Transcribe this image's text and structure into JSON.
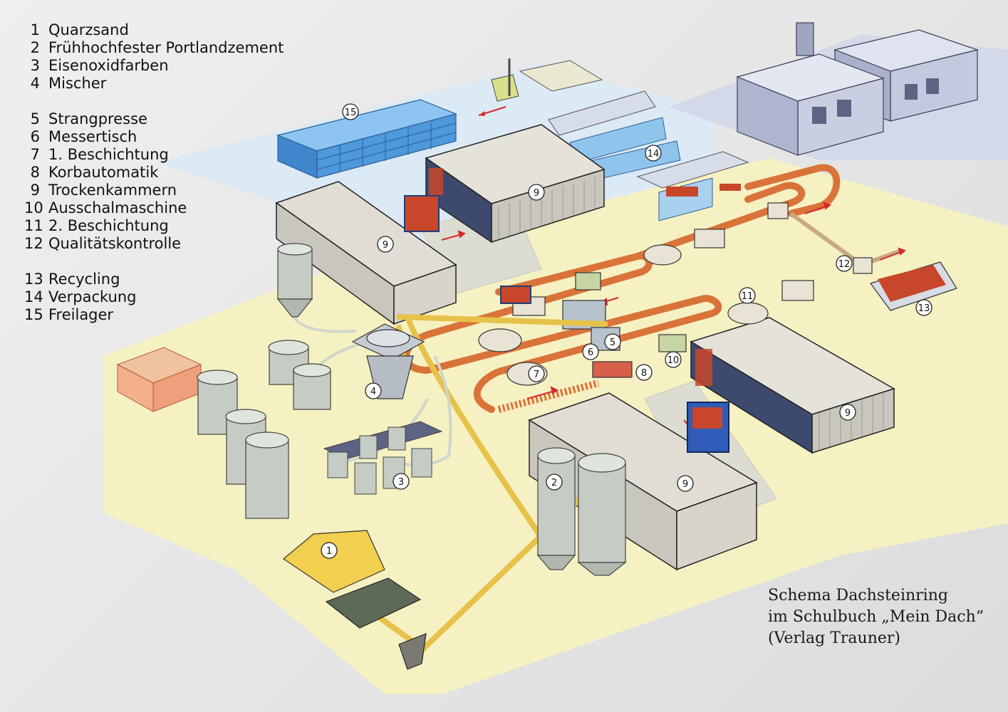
{
  "legend": [
    {
      "num": "1",
      "label": "Quarzsand"
    },
    {
      "num": "2",
      "label": "Frühhochfester Portlandzement"
    },
    {
      "num": "3",
      "label": "Eisenoxidfarben"
    },
    {
      "num": "4",
      "label": "Mischer"
    },
    {
      "num": "5",
      "label": "Strangpresse"
    },
    {
      "num": "6",
      "label": "Messertisch"
    },
    {
      "num": "7",
      "label": "1. Beschichtung"
    },
    {
      "num": "8",
      "label": "Korbautomatik"
    },
    {
      "num": "9",
      "label": "Trockenkammern"
    },
    {
      "num": "10",
      "label": "Ausschalmaschine"
    },
    {
      "num": "11",
      "label": "2. Beschichtung"
    },
    {
      "num": "12",
      "label": "Qualitätskontrolle"
    },
    {
      "num": "13",
      "label": "Recycling"
    },
    {
      "num": "14",
      "label": "Verpackung"
    },
    {
      "num": "15",
      "label": "Freilager"
    }
  ],
  "markers": {
    "m1": "1",
    "m2": "2",
    "m3": "3",
    "m4": "4",
    "m5": "5",
    "m6": "6",
    "m7": "7",
    "m8": "8",
    "m9a": "9",
    "m9b": "9",
    "m9c": "9",
    "m9d": "9",
    "m10": "10",
    "m11": "11",
    "m12": "12",
    "m13": "13",
    "m14": "14",
    "m15": "15"
  },
  "caption": {
    "line1": "Schema Dachsteinring",
    "line2": "im Schulbuch „Mein Dach“",
    "line3": "(Verlag Trauner)"
  },
  "colors": {
    "floor_yellow": "#f6f1c2",
    "floor_blue": "#dbeaf5",
    "floor_grey": "#d2d8e6",
    "conveyor": "#e7c24a",
    "belt": "#d9733a",
    "tiles": "#c8462a",
    "building_wall": "#bcc2d9",
    "storage_blue": "#4e98dc"
  }
}
